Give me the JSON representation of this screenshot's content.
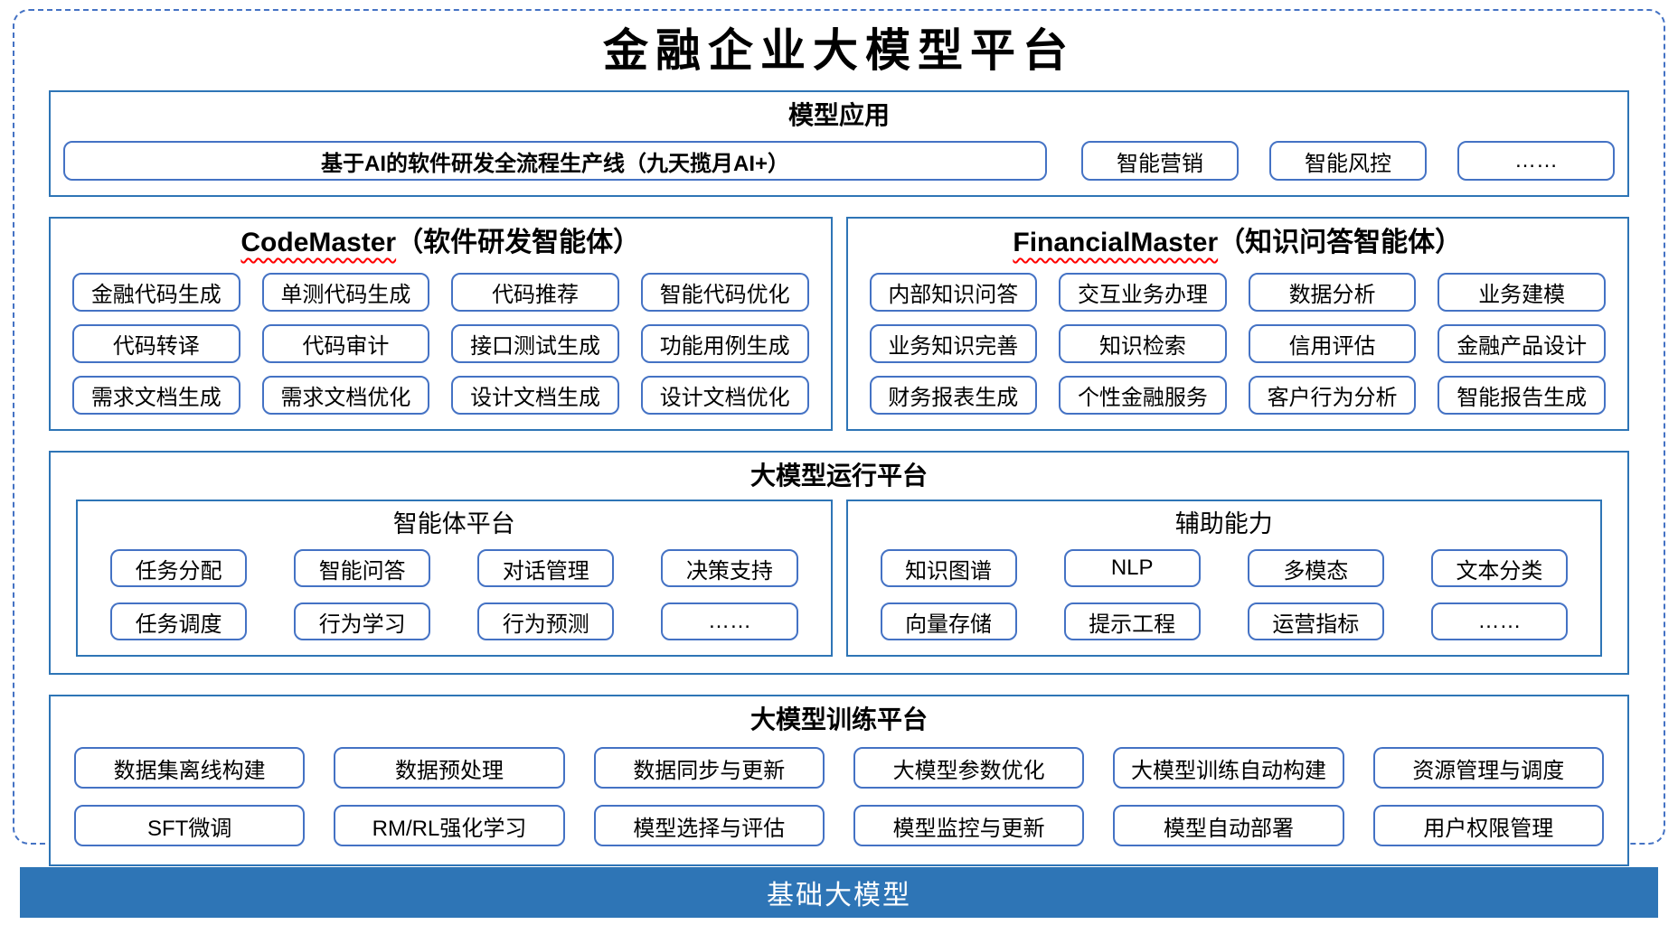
{
  "title": "金融企业大模型平台",
  "colors": {
    "accent_border": "#2E75B6",
    "button_border": "#4472C4",
    "dashed_border": "#4472C4",
    "foundation_bg": "#2E75B6",
    "foundation_text": "#FFFFFF",
    "underline_red": "#FF0000",
    "text": "#000000",
    "background": "#FFFFFF"
  },
  "model_app": {
    "title": "模型应用",
    "main_item": "基于AI的软件研发全流程生产线（九天揽月AI+）",
    "items": [
      "智能营销",
      "智能风控",
      "……"
    ]
  },
  "agents": [
    {
      "name_en": "CodeMaster",
      "name_cn": "（软件研发智能体）",
      "items": [
        "金融代码生成",
        "单测代码生成",
        "代码推荐",
        "智能代码优化",
        "代码转译",
        "代码审计",
        "接口测试生成",
        "功能用例生成",
        "需求文档生成",
        "需求文档优化",
        "设计文档生成",
        "设计文档优化"
      ]
    },
    {
      "name_en": "FinancialMaster",
      "name_cn": "（知识问答智能体）",
      "items": [
        "内部知识问答",
        "交互业务办理",
        "数据分析",
        "业务建模",
        "业务知识完善",
        "知识检索",
        "信用评估",
        "金融产品设计",
        "财务报表生成",
        "个性金融服务",
        "客户行为分析",
        "智能报告生成"
      ]
    }
  ],
  "runtime": {
    "title": "大模型运行平台",
    "groups": [
      {
        "title": "智能体平台",
        "items": [
          "任务分配",
          "智能问答",
          "对话管理",
          "决策支持",
          "任务调度",
          "行为学习",
          "行为预测",
          "……"
        ]
      },
      {
        "title": "辅助能力",
        "items": [
          "知识图谱",
          "NLP",
          "多模态",
          "文本分类",
          "向量存储",
          "提示工程",
          "运营指标",
          "……"
        ]
      }
    ]
  },
  "training": {
    "title": "大模型训练平台",
    "items": [
      "数据集离线构建",
      "数据预处理",
      "数据同步与更新",
      "大模型参数优化",
      "大模型训练自动构建",
      "资源管理与调度",
      "SFT微调",
      "RM/RL强化学习",
      "模型选择与评估",
      "模型监控与更新",
      "模型自动部署",
      "用户权限管理"
    ]
  },
  "foundation": {
    "label": "基础大模型"
  }
}
